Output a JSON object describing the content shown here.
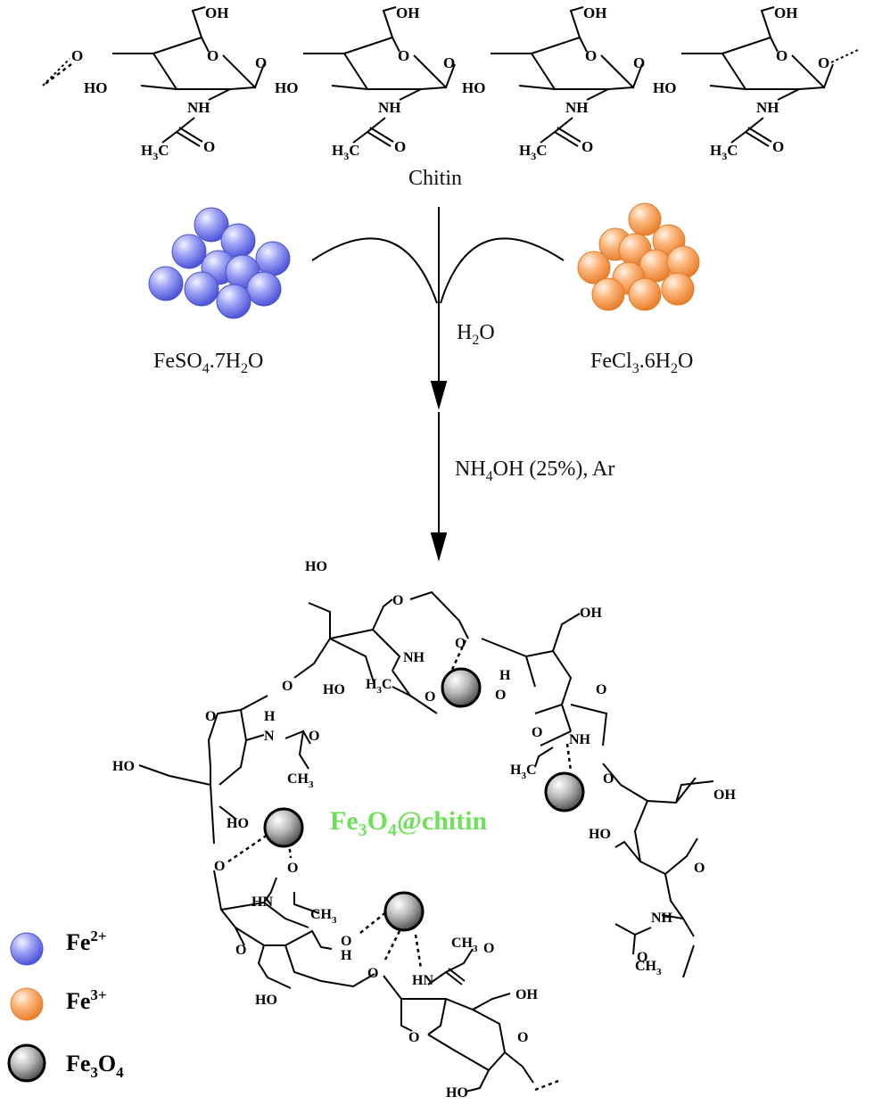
{
  "chitin_label": "Chitin",
  "reagents": {
    "fe2_salt": [
      "FeSO",
      "4",
      ".7H",
      "2",
      "O"
    ],
    "fe3_salt": [
      "FeCl",
      "3",
      ".6H",
      "2",
      "O"
    ],
    "solvent": [
      "H",
      "2",
      "O"
    ],
    "base": [
      "NH",
      "4",
      "OH (25%), Ar"
    ]
  },
  "product_label": [
    "Fe",
    "3",
    "O",
    "4",
    "@chitin"
  ],
  "legend": [
    {
      "label": [
        "Fe",
        "2+"
      ],
      "color": "#7f86f0"
    },
    {
      "label": [
        "Fe",
        "3+"
      ],
      "color": "#f9a55d"
    },
    {
      "label": [
        "Fe",
        "3",
        "O",
        "4"
      ],
      "color": "#9a9a9a"
    }
  ],
  "atoms": {
    "oh": "OH",
    "ho": "HO",
    "o": "O",
    "nh": "NH",
    "hn": "HN",
    "n": "N",
    "h": "H",
    "h3c": [
      "H",
      "3",
      "C"
    ],
    "ch3": [
      "CH",
      "3"
    ]
  },
  "colors": {
    "fe2": "#7f86f0",
    "fe3": "#f9a55d",
    "fe3o4": "#9a9a9a",
    "product": "#6fe05a"
  }
}
